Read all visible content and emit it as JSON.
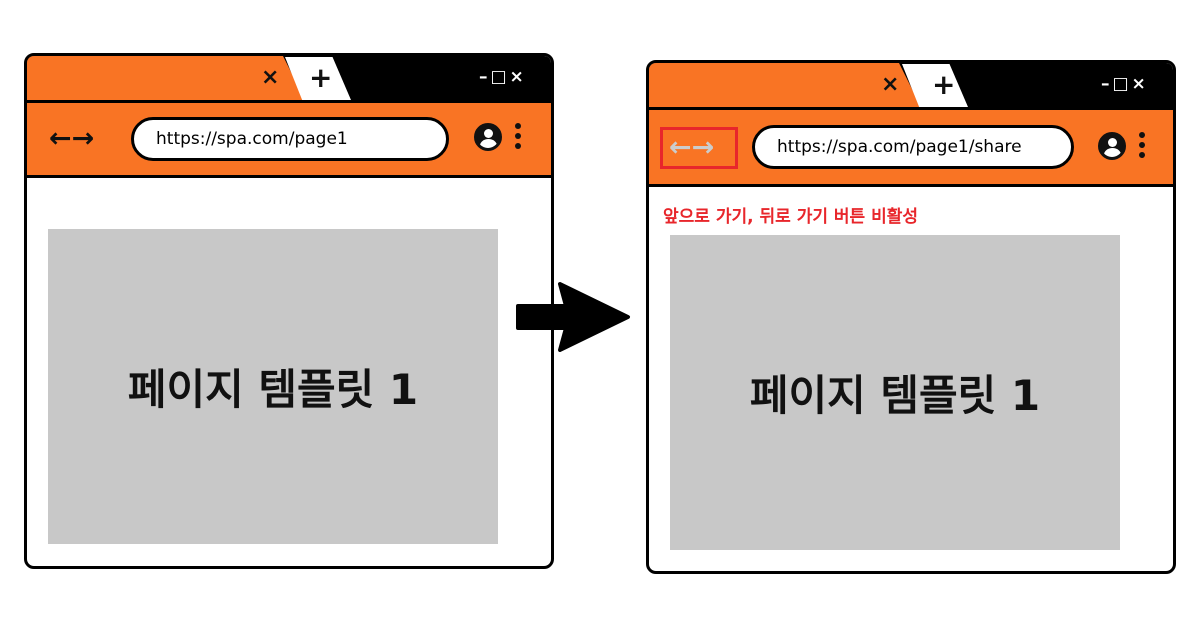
{
  "left_window": {
    "tab_close": "×",
    "new_tab": "+",
    "window_controls": "–□×",
    "nav_arrows": "←→",
    "url": "https://spa.com/page1",
    "content_title": "페이지 템플릿 1"
  },
  "right_window": {
    "tab_close": "×",
    "new_tab": "+",
    "window_controls": "–□×",
    "nav_arrows": "←→",
    "url": "https://spa.com/page1/share",
    "note": "앞으로 가기, 뒤로 가기 버튼 비활성",
    "content_title": "페이지 템플릿 1"
  },
  "colors": {
    "accent_orange": "#f97424",
    "highlight_red": "#e8262b",
    "disabled_gray": "#cccccc",
    "content_gray": "#c8c8c8"
  },
  "icons": [
    "close-icon",
    "plus-icon",
    "minimize-icon",
    "maximize-icon",
    "back-arrow-icon",
    "forward-arrow-icon",
    "user-avatar-icon",
    "kebab-menu-icon",
    "transition-arrow-icon"
  ]
}
